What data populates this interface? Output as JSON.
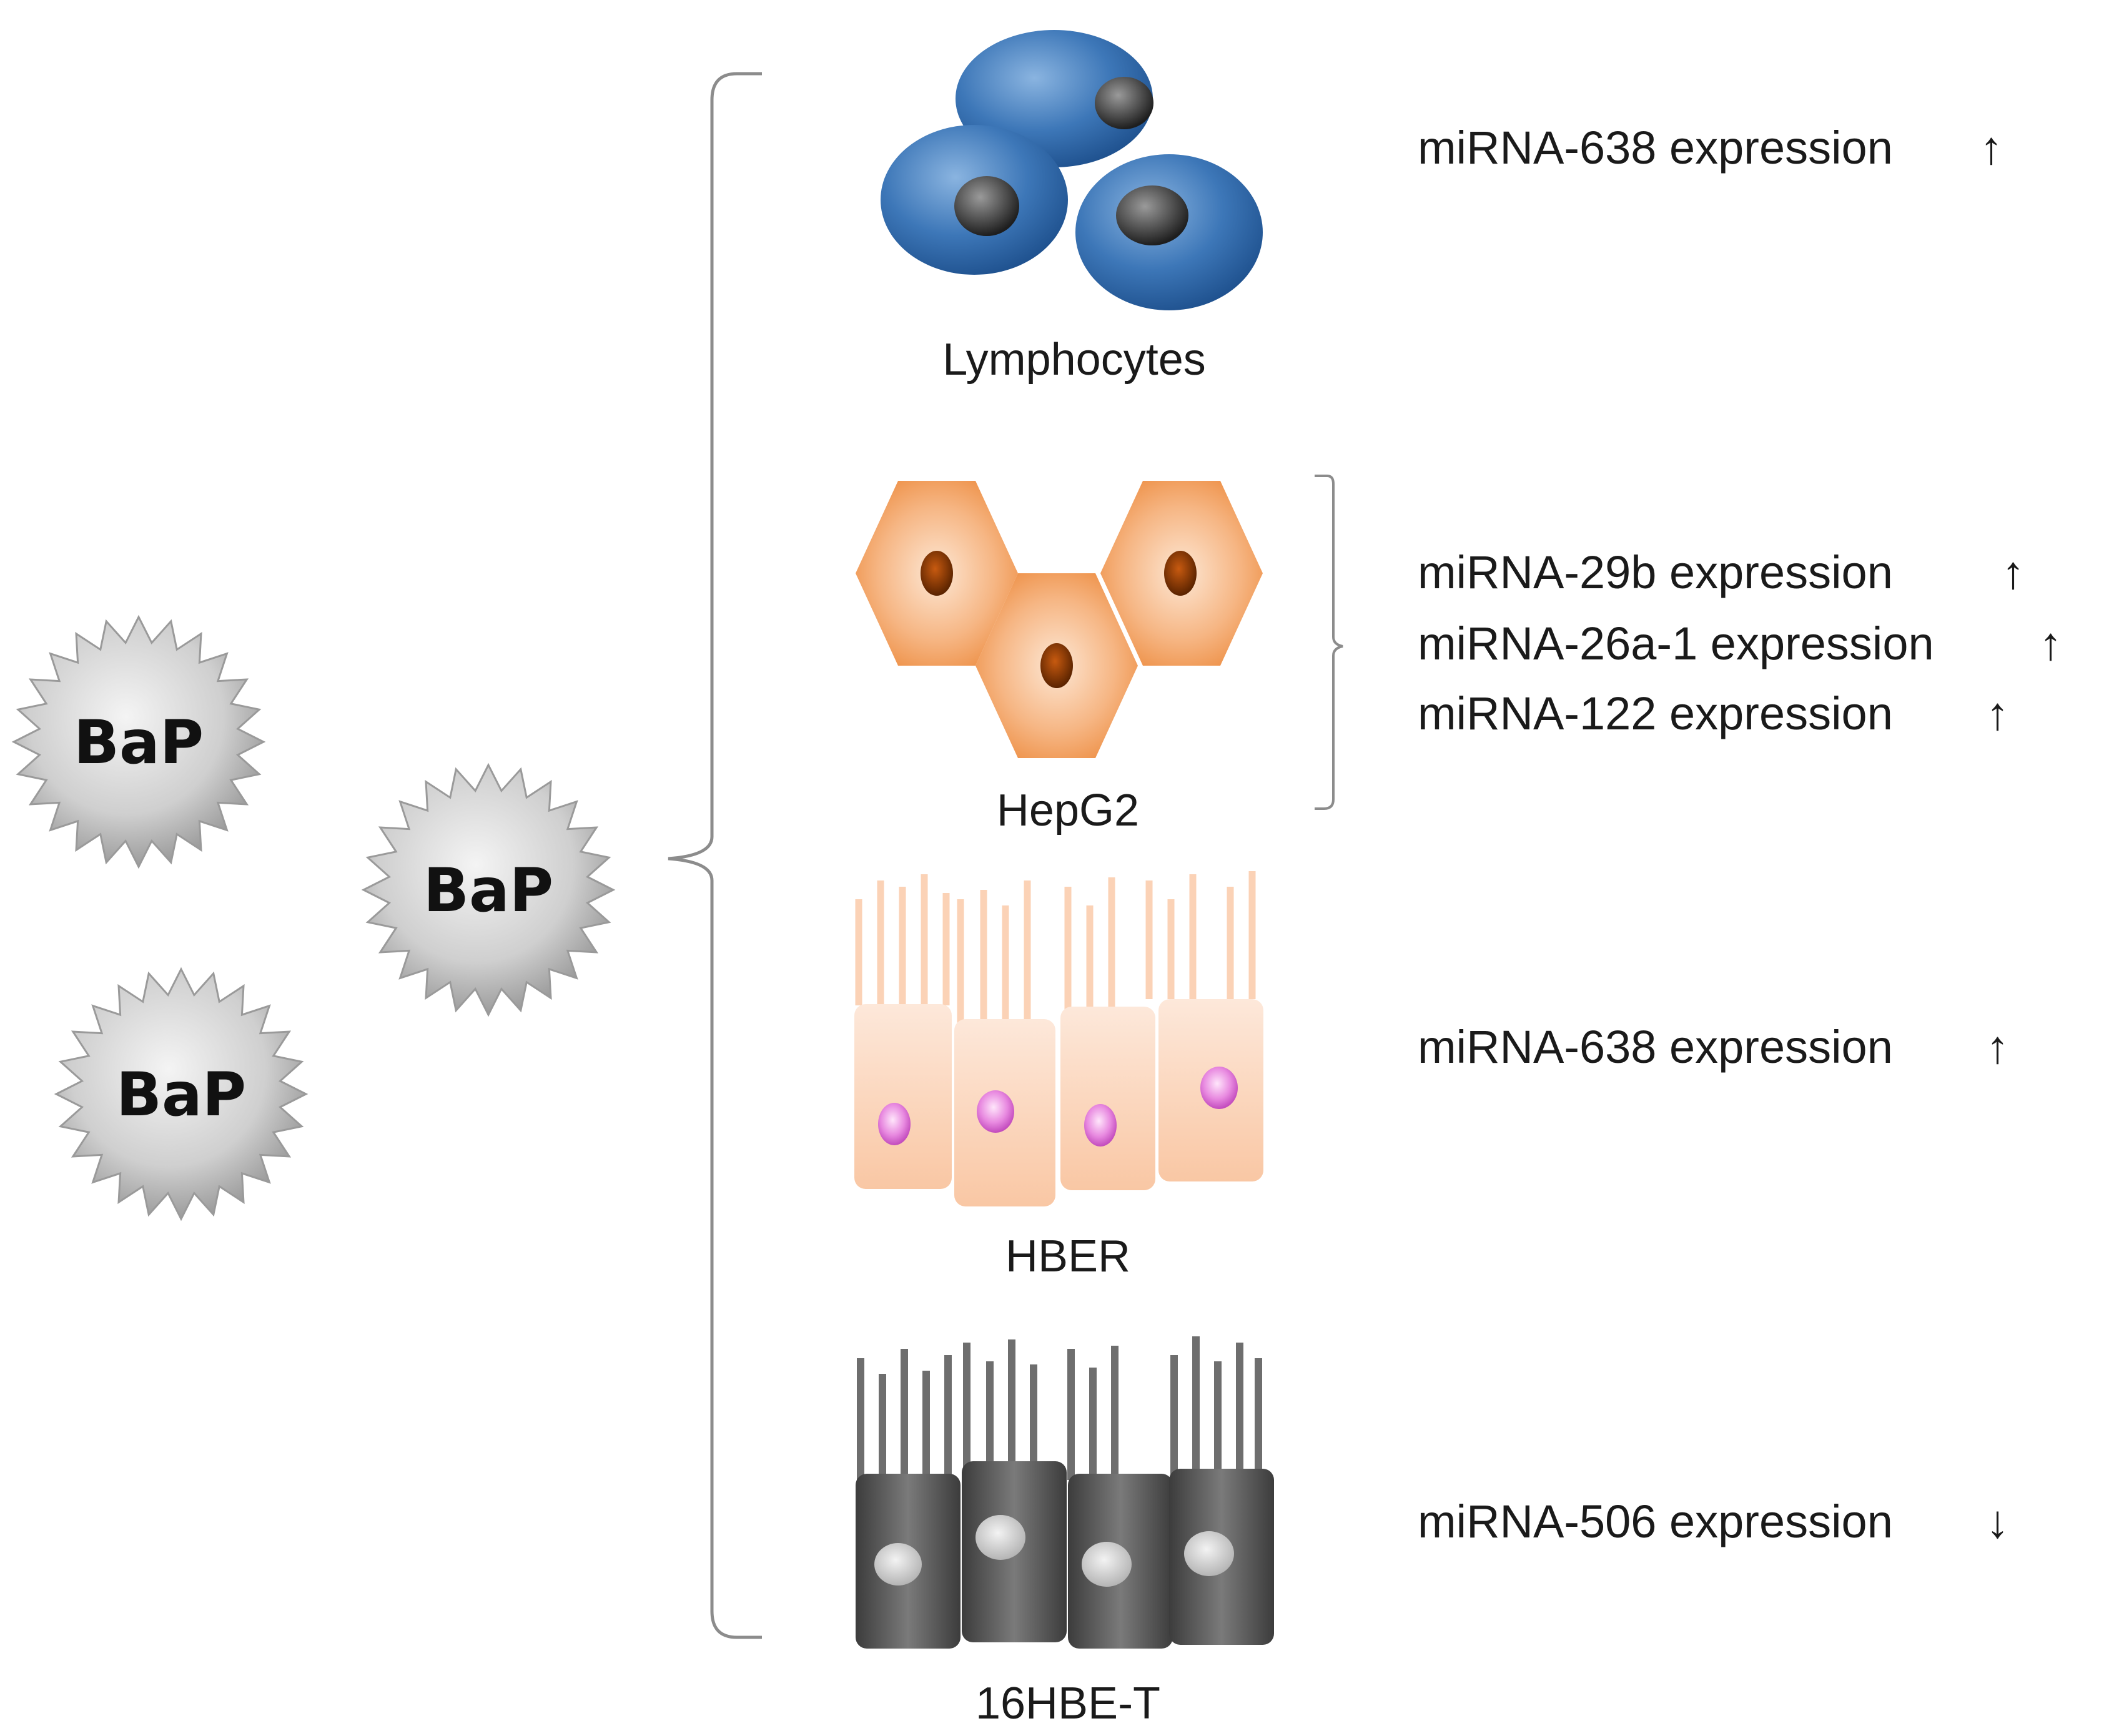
{
  "agent": {
    "label": "BaP"
  },
  "cell_types": [
    {
      "label": "Lymphocytes",
      "icon": "lymphocyte-cells-icon",
      "results": [
        {
          "text": "miRNA-638 expression",
          "direction": "↑"
        }
      ]
    },
    {
      "label": "HepG2",
      "icon": "hepg2-hexagon-cells-icon",
      "results": [
        {
          "text": "miRNA-29b expression",
          "direction": "↑"
        },
        {
          "text": "miRNA-26a-1  expression",
          "direction": "↑"
        },
        {
          "text": "miRNA-122 expression",
          "direction": "↑"
        }
      ]
    },
    {
      "label": "HBER",
      "icon": "hber-ciliated-cells-icon",
      "results": [
        {
          "text": "miRNA-638 expression",
          "direction": "↑"
        }
      ]
    },
    {
      "label": "16HBE-T",
      "icon": "16hbe-t-ciliated-cells-icon",
      "results": [
        {
          "text": "miRNA-506 expression",
          "direction": "↓"
        }
      ]
    }
  ],
  "colors": {
    "lymphocyte_blue": "#2f6db0",
    "hepg2_orange": "#f2a061",
    "hber_peach": "#fbd2b6",
    "hber_nucleus": "#e070d8",
    "hbe_gray": "#5a5a5a",
    "bracket": "#8c8c8c"
  }
}
